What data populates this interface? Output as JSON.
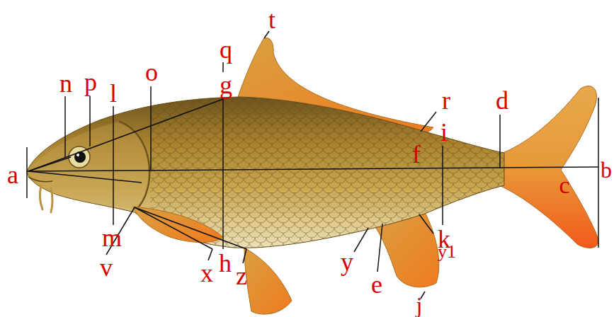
{
  "diagram": {
    "labels": [
      "t",
      "q",
      "g",
      "n",
      "p",
      "l",
      "o",
      "r",
      "d",
      "i",
      "f",
      "a",
      "c",
      "b",
      "m",
      "k",
      "y1",
      "v",
      "h",
      "y",
      "x",
      "z",
      "e",
      "j"
    ]
  }
}
